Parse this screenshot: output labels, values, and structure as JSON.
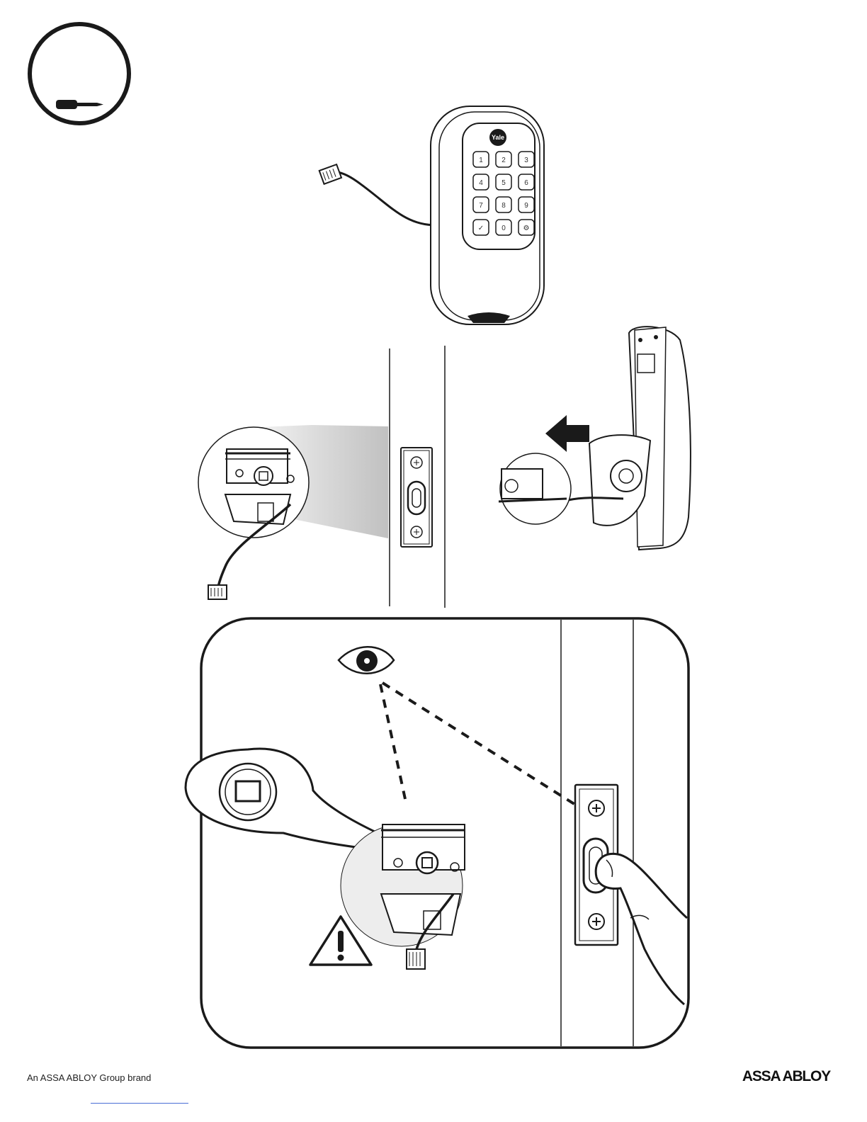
{
  "keypad": {
    "brand": "Yale",
    "keys": [
      "1",
      "2",
      "3",
      "4",
      "5",
      "6",
      "7",
      "8",
      "9",
      "✓",
      "0",
      "⚙"
    ]
  },
  "footer": {
    "left_text": "An ASSA ABLOY Group brand",
    "right_logo": "ASSA ABLOY"
  },
  "icons": [
    "screwdriver-icon",
    "arrow-left-icon",
    "eye-icon",
    "warning-icon"
  ]
}
